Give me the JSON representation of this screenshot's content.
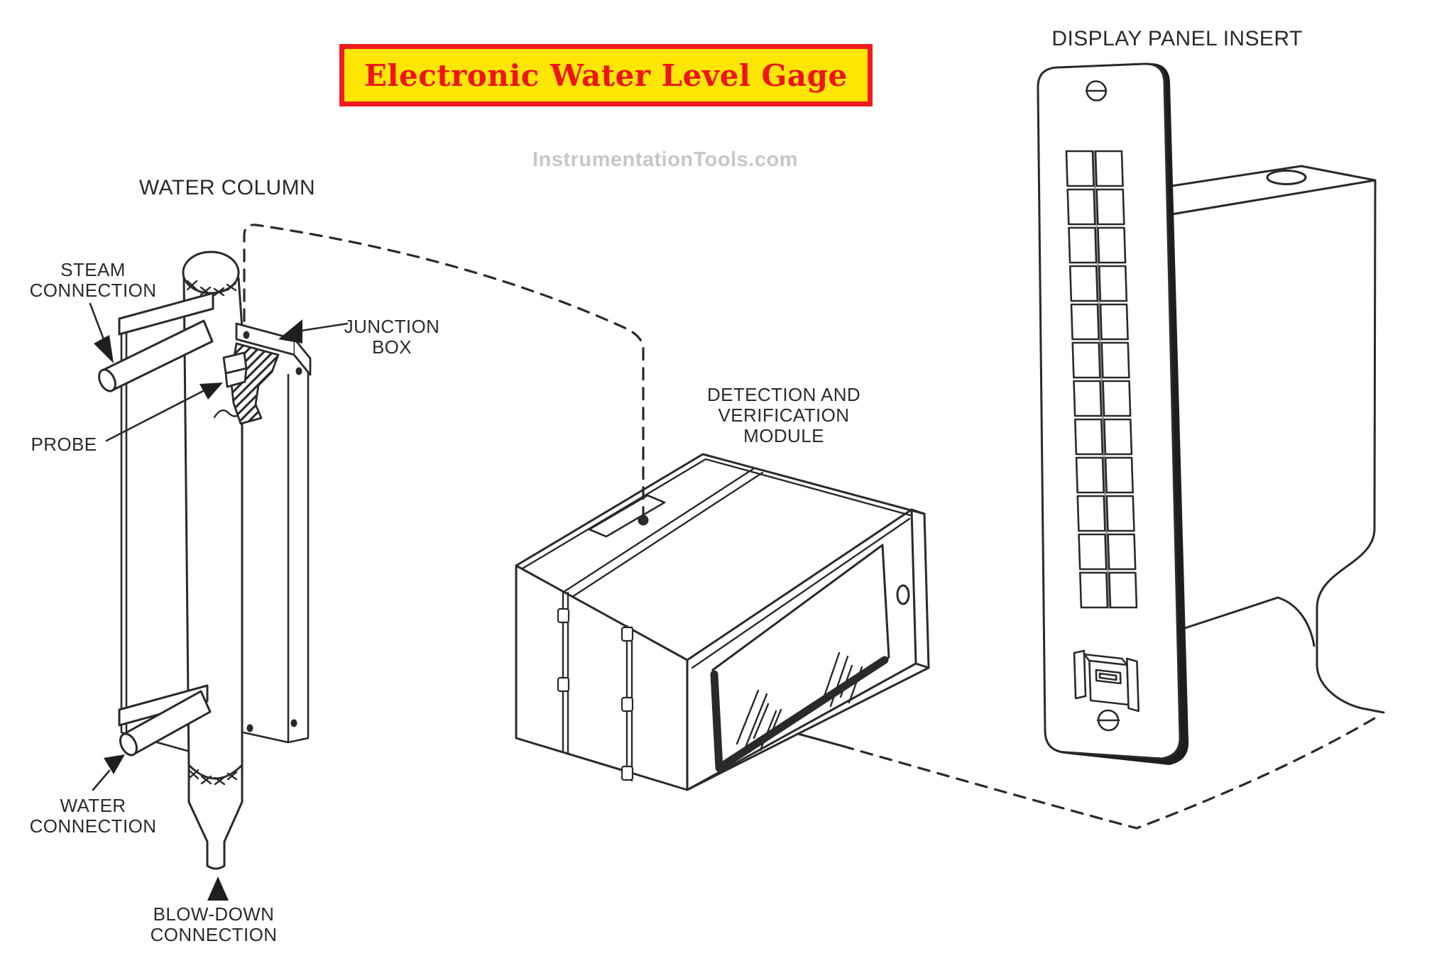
{
  "page": {
    "background": "#ffffff",
    "line_color": "#2a2a2a"
  },
  "banner": {
    "text": "Electronic Water Level Gage",
    "bg_color": "#ffe604",
    "border_color": "#f01b1e",
    "text_color": "#f01318"
  },
  "watermark": {
    "text": "InstrumentationTools.com",
    "color": "#c7c7c7"
  },
  "labels": {
    "water_column": "WATER COLUMN",
    "steam_connection": [
      "STEAM",
      "CONNECTION"
    ],
    "probe": "PROBE",
    "junction_box": [
      "JUNCTION",
      "BOX"
    ],
    "water_connection": [
      "WATER",
      "CONNECTION"
    ],
    "blow_down": [
      "BLOW-DOWN",
      "CONNECTION"
    ],
    "detection_module": [
      "DETECTION AND",
      "VERIFICATION",
      "MODULE"
    ],
    "display_panel": "DISPLAY PANEL INSERT"
  },
  "display_panel_grid": {
    "columns": 2,
    "rows": 12
  }
}
